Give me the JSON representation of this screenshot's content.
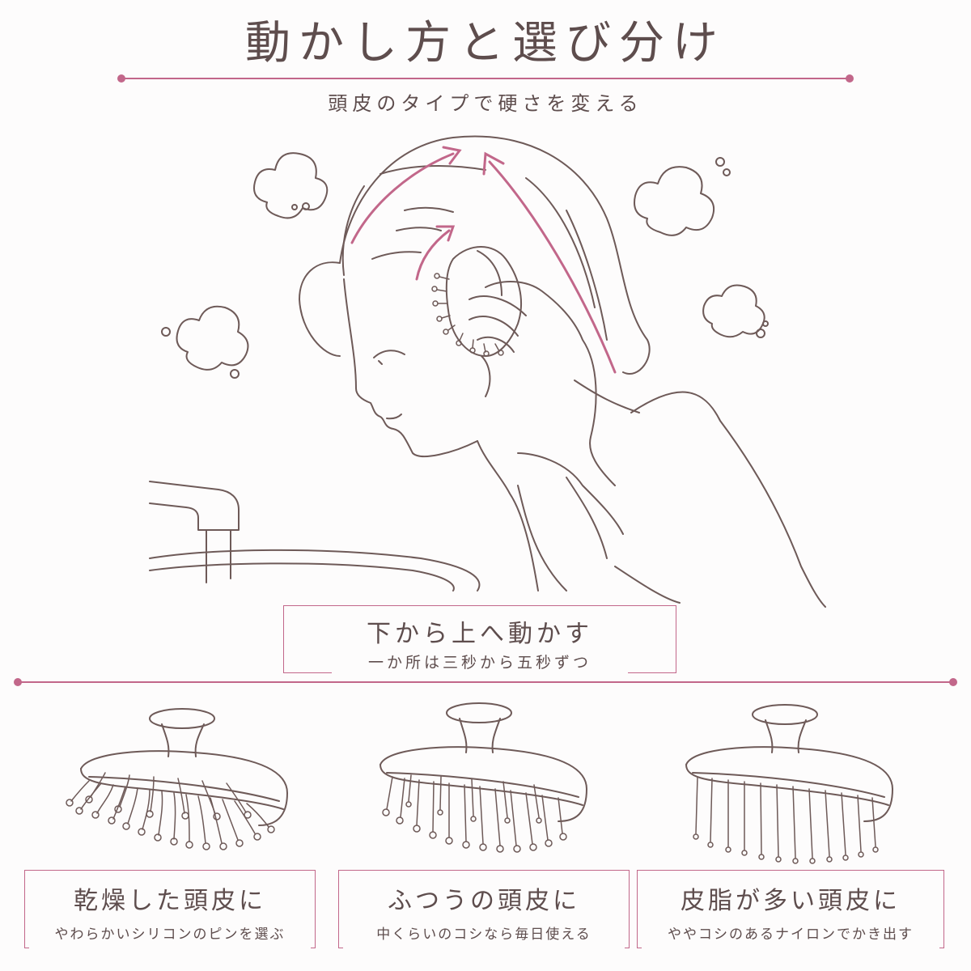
{
  "header": {
    "title": "動かし方と選び分け",
    "subtitle": "頭皮のタイプで硬さを変える"
  },
  "instruction": {
    "title": "下から上へ動かす",
    "subtitle": "一か所は三秒から五秒ずつ"
  },
  "cards": [
    {
      "title": "乾燥した頭皮に",
      "subtitle": "やわらかいシリコンのピンを選ぶ"
    },
    {
      "title": "ふつうの頭皮に",
      "subtitle": "中くらいのコシなら毎日使える"
    },
    {
      "title": "皮脂が多い頭皮に",
      "subtitle": "ややコシのあるナイロンでかき出す"
    }
  ],
  "colors": {
    "accent": "#c2678a",
    "line": "#6e5a58",
    "text": "#5e4d4d"
  },
  "icons": [
    "woman-illustration",
    "brush-soft-pins",
    "brush-medium-pins",
    "brush-firm-pins",
    "bubble-icon",
    "upward-arrow-icon",
    "faucet-icon"
  ]
}
